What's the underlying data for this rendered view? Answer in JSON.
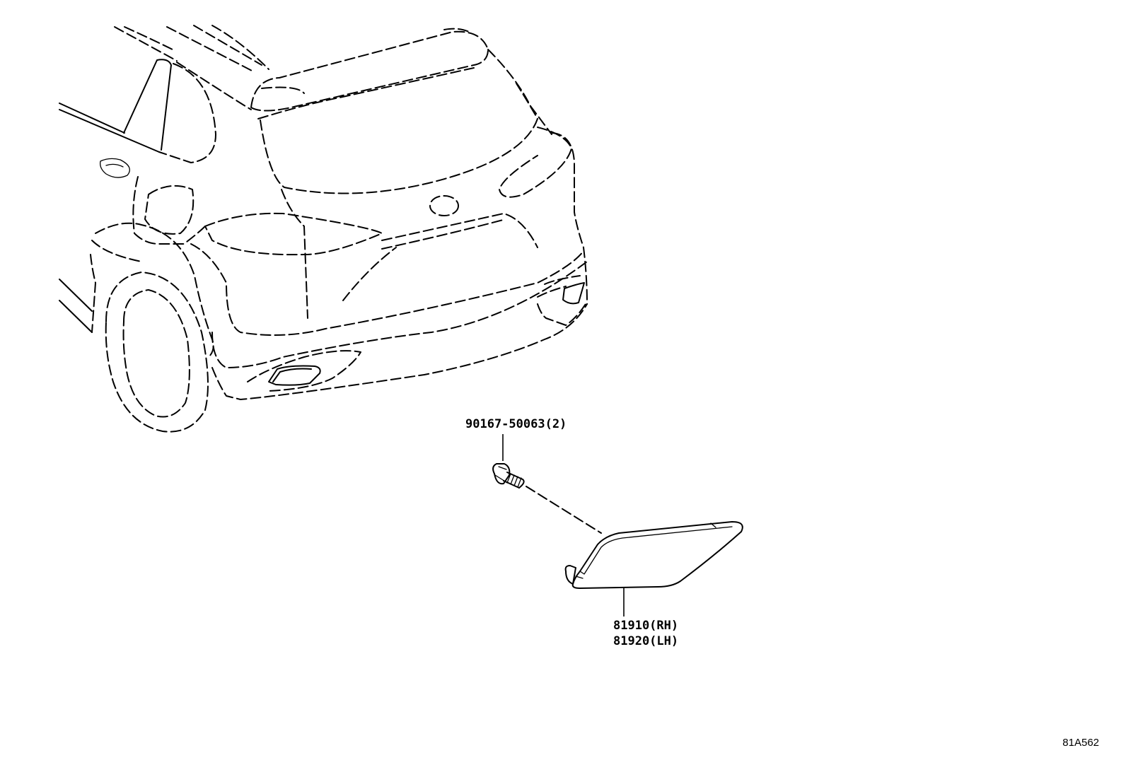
{
  "diagram": {
    "id_code": "81A562",
    "callouts": {
      "screw": {
        "part_number": "90167-50063(2)"
      },
      "reflector": {
        "part_numbers": [
          "81910(RH)",
          "81920(LH)"
        ]
      }
    }
  }
}
